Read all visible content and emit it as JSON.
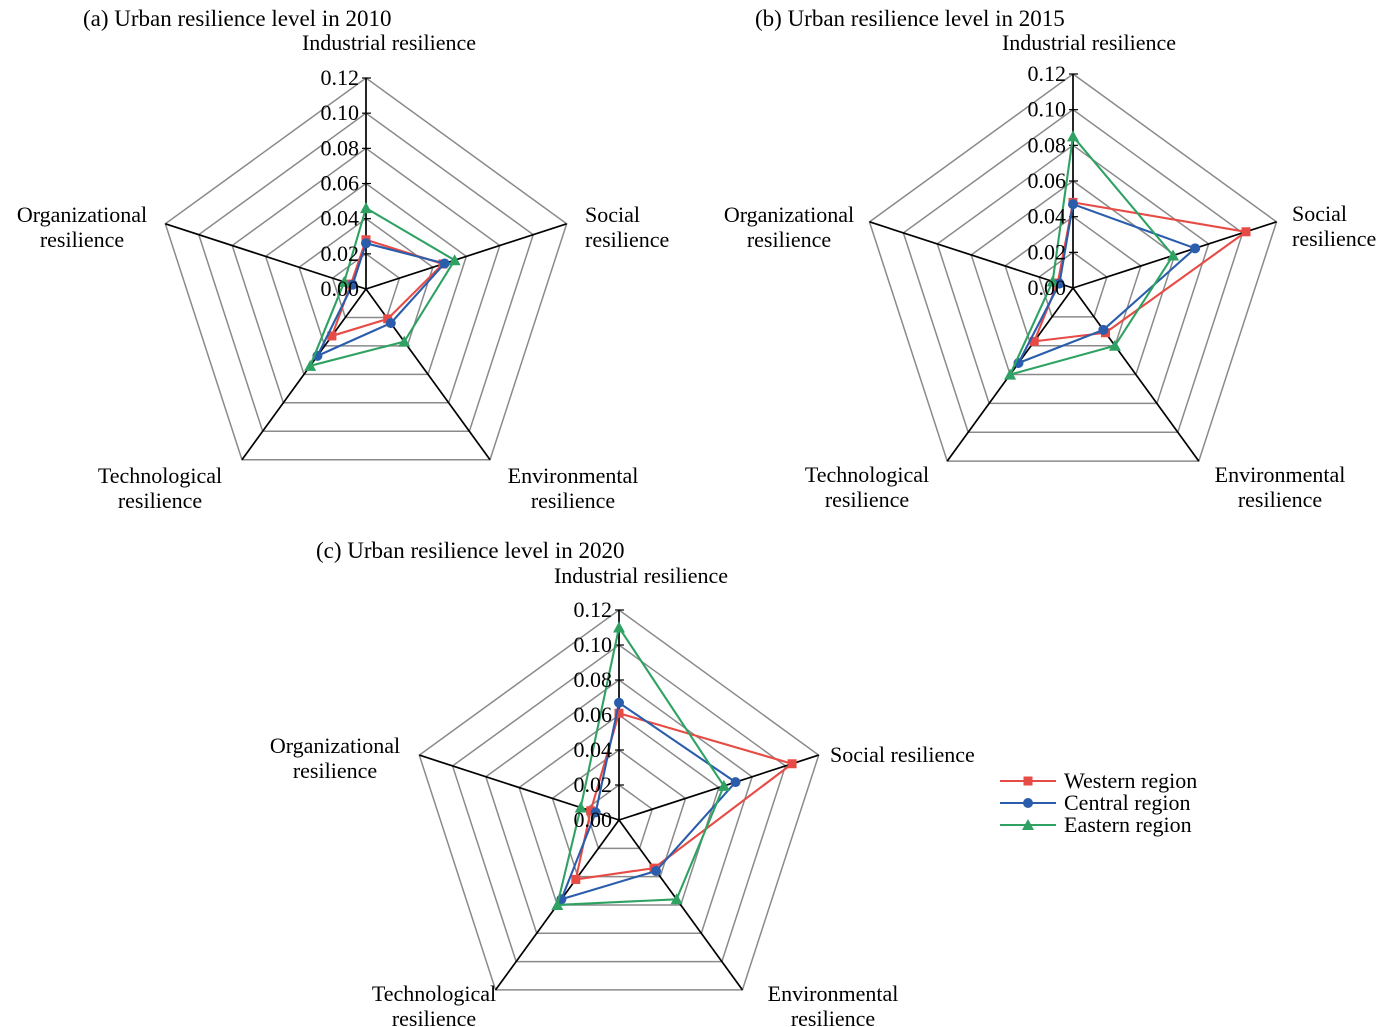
{
  "page": {
    "background": "#ffffff"
  },
  "colors": {
    "western": "#e64c45",
    "central": "#2a5dab",
    "eastern": "#2fa263",
    "grid": "#8a8a8a",
    "axis": "#000000"
  },
  "axis": {
    "min": 0.0,
    "max": 0.12,
    "step": 0.02,
    "ticks": [
      "0.12",
      "0.10",
      "0.08",
      "0.06",
      "0.04",
      "0.02",
      "0.00"
    ]
  },
  "legend": [
    {
      "label": "Western region",
      "series": "western",
      "marker": "square"
    },
    {
      "label": "Central region",
      "series": "central",
      "marker": "circle"
    },
    {
      "label": "Eastern region",
      "series": "eastern",
      "marker": "triangle"
    }
  ],
  "chart_data": [
    {
      "type": "radar",
      "id": "2010",
      "title": "(a) Urban resilience level in 2010",
      "categories": [
        "Industrial resilience",
        "Social resilience",
        "Environmental resilience",
        "Technological resilience",
        "Organizational resilience"
      ],
      "axis_range": [
        0.0,
        0.12
      ],
      "axis_step": 0.02,
      "rings": 6,
      "grid": true,
      "series": [
        {
          "name": "Western region",
          "key": "western",
          "color": "#e64c45",
          "marker": "square",
          "values": [
            0.028,
            0.046,
            0.021,
            0.033,
            0.009
          ]
        },
        {
          "name": "Central region",
          "key": "central",
          "color": "#2a5dab",
          "marker": "circle",
          "values": [
            0.026,
            0.047,
            0.024,
            0.047,
            0.008
          ]
        },
        {
          "name": "Eastern region",
          "key": "eastern",
          "color": "#2fa263",
          "marker": "triangle",
          "values": [
            0.046,
            0.053,
            0.037,
            0.054,
            0.013
          ]
        }
      ]
    },
    {
      "type": "radar",
      "id": "2015",
      "title": "(b) Urban resilience level in 2015",
      "categories": [
        "Industrial resilience",
        "Social resilience",
        "Environmental resilience",
        "Technological resilience",
        "Organizational resilience"
      ],
      "axis_range": [
        0.0,
        0.12
      ],
      "axis_step": 0.02,
      "rings": 6,
      "grid": true,
      "series": [
        {
          "name": "Western region",
          "key": "western",
          "color": "#e64c45",
          "marker": "square",
          "values": [
            0.048,
            0.102,
            0.031,
            0.037,
            0.009
          ]
        },
        {
          "name": "Central region",
          "key": "central",
          "color": "#2a5dab",
          "marker": "circle",
          "values": [
            0.047,
            0.072,
            0.029,
            0.052,
            0.008
          ]
        },
        {
          "name": "Eastern region",
          "key": "eastern",
          "color": "#2fa263",
          "marker": "triangle",
          "values": [
            0.085,
            0.059,
            0.04,
            0.06,
            0.012
          ]
        }
      ]
    },
    {
      "type": "radar",
      "id": "2020",
      "title": "(c) Urban resilience level in 2020",
      "categories": [
        "Industrial resilience",
        "Social resilience",
        "Environmental resilience",
        "Technological resilience",
        "Organizational resilience"
      ],
      "axis_range": [
        0.0,
        0.12
      ],
      "axis_step": 0.02,
      "rings": 6,
      "grid": true,
      "series": [
        {
          "name": "Western region",
          "key": "western",
          "color": "#e64c45",
          "marker": "square",
          "values": [
            0.061,
            0.104,
            0.034,
            0.042,
            0.017
          ]
        },
        {
          "name": "Central region",
          "key": "central",
          "color": "#2a5dab",
          "marker": "circle",
          "values": [
            0.067,
            0.07,
            0.036,
            0.056,
            0.014
          ]
        },
        {
          "name": "Eastern region",
          "key": "eastern",
          "color": "#2fa263",
          "marker": "triangle",
          "values": [
            0.11,
            0.063,
            0.056,
            0.06,
            0.023
          ]
        }
      ]
    }
  ]
}
